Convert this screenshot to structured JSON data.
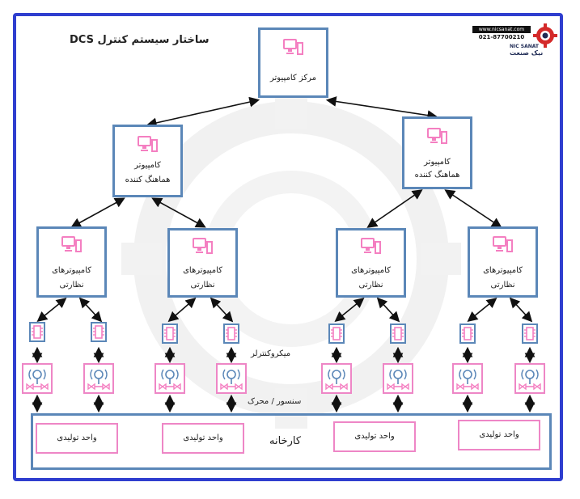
{
  "title": "ساختار سیستم کنترل DCS",
  "logo": {
    "website": "www.nicsanat.com",
    "phone": "021-87700210",
    "brand_en": "NIC SANAT",
    "brand_fa": "نیک صنعت"
  },
  "central": {
    "label": "مرکز کامپیوتر"
  },
  "coordinators": [
    {
      "line1": "کامپیوتر",
      "line2": "هماهنگ کننده"
    },
    {
      "line1": "کامپیوتر",
      "line2": "هماهنگ کننده"
    }
  ],
  "supervisors": [
    {
      "line1": "کامپیوترهای",
      "line2": "نظارتی"
    },
    {
      "line1": "کامپیوترهای",
      "line2": "نظارتی"
    },
    {
      "line1": "کامپیوترهای",
      "line2": "نظارتی"
    },
    {
      "line1": "کامپیوترهای",
      "line2": "نظارتی"
    }
  ],
  "microcontroller_label": "میکروکنترلر",
  "sensor_label": "سنسور / محرک",
  "factory_label": "کارخانه",
  "production_units": [
    "واحد تولیدی",
    "واحد تولیدی",
    "واحد تولیدی",
    "واحد تولیدی"
  ],
  "colors": {
    "border_blue": "#5b87b8",
    "frame_blue": "#2f3ecf",
    "pink": "#ee86c6",
    "icon_pink": "#f47fc1"
  }
}
